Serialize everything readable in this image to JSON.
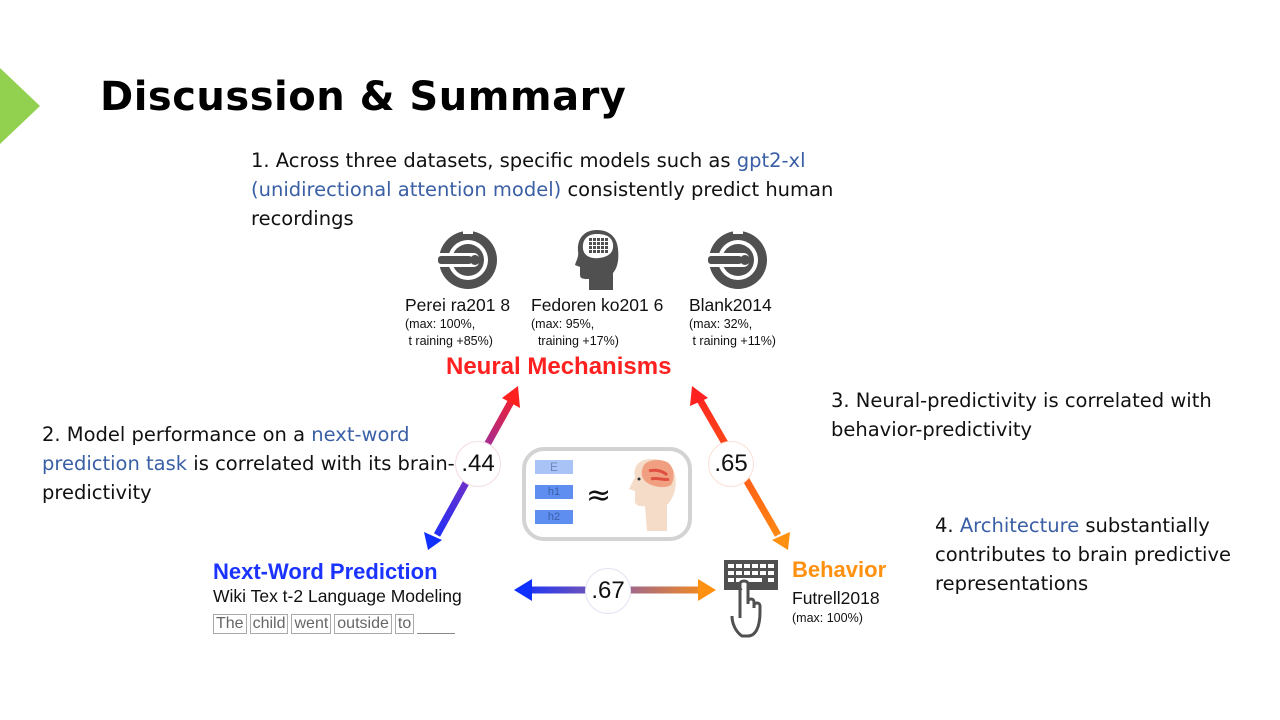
{
  "slide": {
    "title": "Discussion & Summary",
    "accent_color": "#92d050",
    "highlight_color": "#3a5fa5"
  },
  "points": [
    {
      "prefix": "1. Across three datasets, specific models such as ",
      "highlight": "gpt2-xl (unidirectional attention model)",
      "suffix": " consistently predict human recordings"
    },
    {
      "prefix": "2. Model performance on a ",
      "highlight": "next-word prediction task",
      "suffix": " is correlated with its brain-predictivity"
    },
    {
      "prefix": "3. Neural-predictivity is correlated with behavior-predictivity",
      "highlight": "",
      "suffix": ""
    },
    {
      "prefix": "4. ",
      "highlight": "Architecture",
      "suffix": " substantially contributes to brain predictive representations"
    }
  ],
  "figure": {
    "datasets": [
      {
        "name": "Perei ra201 8",
        "max": "(max: 100%,",
        "training": " t raining +85%)",
        "icon": "mri-scanner-icon"
      },
      {
        "name": "Fedoren ko201 6",
        "max": "(max: 95%,",
        "training": "  training +17%)",
        "icon": "head-electrode-grid-icon"
      },
      {
        "name": "Blank2014",
        "max": "(max: 32%,",
        "training": " t raining +11%)",
        "icon": "mri-scanner-icon"
      }
    ],
    "neural_label": "Neural Mechanisms",
    "neural_color": "#ff2020",
    "next_word": {
      "title": "Next-Word Prediction",
      "subtitle": "Wiki Tex t-2 Language Modeling",
      "tokens": [
        "The",
        "child",
        "went",
        "outside",
        "to"
      ],
      "color": "#1a33ff"
    },
    "behavior": {
      "title": "Behavior",
      "subtitle": "Futrell2018",
      "max": "(max: 100%)",
      "color": "#ff9010"
    },
    "correlations": {
      "nwp_neural": ".44",
      "neural_behavior": ".65",
      "nwp_behavior": ".67"
    },
    "model_layers": [
      "E",
      "h1",
      "h2"
    ],
    "approx_symbol": "≈"
  }
}
